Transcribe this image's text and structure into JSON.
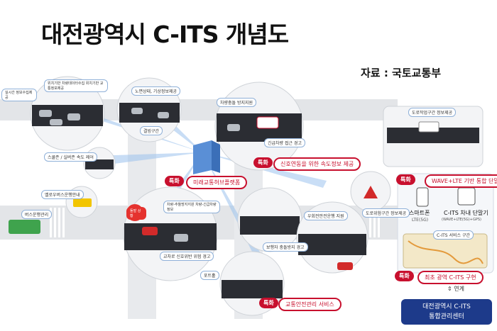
{
  "title": "대전광역시 C-ITS 개념도",
  "source": "자료 : 국토교통부",
  "labels": {
    "realtime": "실시간 정보수집제공",
    "veh_info": "위치기반 차량데이터수집 위치기반 교통정보제공",
    "weather": "노면상태, 기상정보제공",
    "slip": "결빙구간",
    "emergency": "차량충돌 방지지원",
    "school": "스쿨존 / 실버존 속도 제어",
    "bus_entry": "옐로우버스운행안내",
    "bus_mgmt": "버스운행관리",
    "urgent": "긴급차량 접근 경고",
    "signal_speed": "신호연동을 위한 속도정보 제공",
    "future_platform": "미래교통허브플랫폼",
    "collision": "차량-추돌방지지원 차량-긴급차량 정보",
    "accident": "돌발 상황",
    "intersection": "교차로 신호위반 위험 경고",
    "ped": "보행자 충돌방지 경고",
    "right_turn": "우회전안전운행 지원",
    "road_work": "도로작업구간 정보제공",
    "road_work2": "도로위험구간 정보제공",
    "pothole": "포트홀",
    "traffic_safety": "교통안전관리 서비스",
    "terminal": "WAVE+LTE 기반 통합 단말 개발",
    "smartphone": "스마트폰",
    "smartphone_sub": "LTE(5G)",
    "vehicle_terminal": "C-ITS 차내 단말기",
    "vehicle_terminal_sub": "(WAVE+LTE(5G)+GPS)",
    "first_city": "최초 광역 C-ITS 구현",
    "link": "연계",
    "center_line1": "대전광역시 C-ITS",
    "center_line2": "통합관리센터",
    "special": "특화",
    "city_map": "C-ITS 서비스 구간"
  }
}
